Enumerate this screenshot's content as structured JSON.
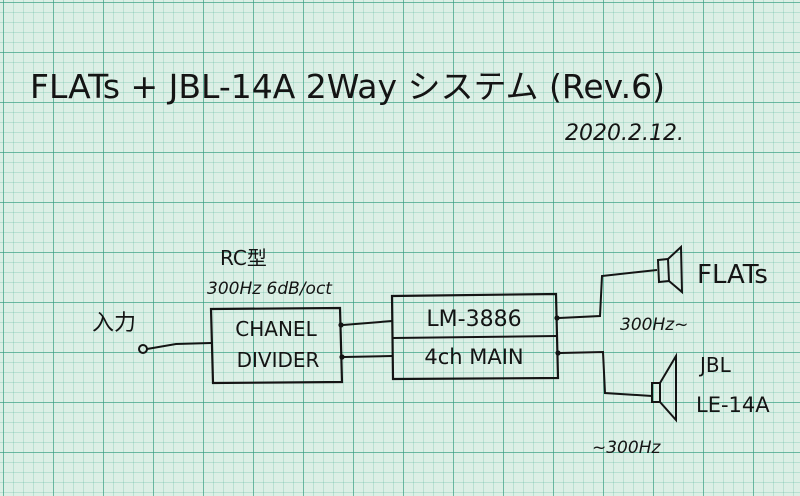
{
  "title": "FLATs + JBL-14A 2Way システム (Rev.6)",
  "date": "2020.2.12.",
  "input_label": "入力",
  "crossover_note": {
    "type": "RC型",
    "spec": "300Hz 6dB/oct"
  },
  "channel_divider": {
    "line1": "CHANEL",
    "line2": "DIVIDER"
  },
  "amplifier": {
    "line1": "LM-3886",
    "line2": "4ch MAIN"
  },
  "speakers": {
    "flats": {
      "name": "FLATs",
      "range": "300Hz~"
    },
    "jbl": {
      "name_line1": "JBL",
      "name_line2": "LE-14A",
      "range": "~300Hz"
    }
  }
}
